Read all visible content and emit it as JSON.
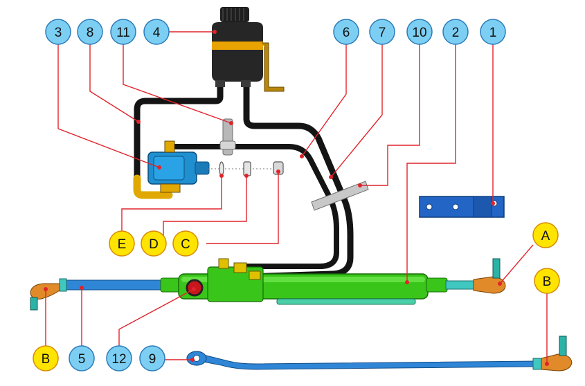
{
  "colors": {
    "number_badge_fill": "#7ccff2",
    "number_badge_stroke": "#2b7bb9",
    "letter_badge_fill": "#ffe400",
    "letter_badge_stroke": "#d88a00",
    "leader_line": "#e0242b",
    "hose": "#1a1a1a",
    "steering_cylinder": "#39c51a",
    "tie_rod": "#2f86d6",
    "pump": "#1f8fd0",
    "bracket": "#2365c4",
    "reservoir_band": "#e8a300",
    "ball_joint": "#e08a2a"
  },
  "callouts": {
    "n1": "1",
    "n2": "2",
    "n3": "3",
    "n4": "4",
    "n5": "5",
    "n6": "6",
    "n7": "7",
    "n8": "8",
    "n9": "9",
    "n10": "10",
    "n11": "11",
    "n12": "12",
    "lA": "A",
    "lB1": "B",
    "lB2": "B",
    "lC": "C",
    "lD": "D",
    "lE": "E"
  }
}
